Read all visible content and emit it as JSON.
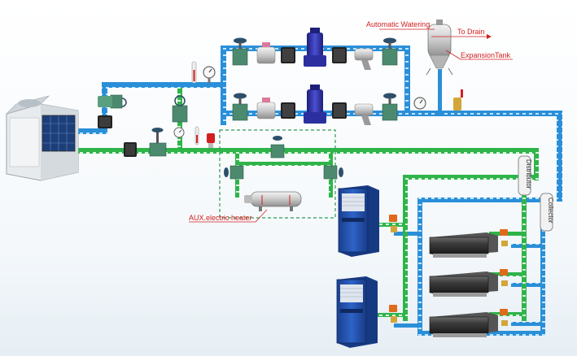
{
  "labels": {
    "automatic_watering": "Automatic Watering",
    "to_drain": "To Drain",
    "expansion_tank": "ExpansionTank",
    "aux_electric_heater": "AUX.electric heater",
    "distributor": "Distributor",
    "collector": "Collector"
  },
  "colors": {
    "supply_pipe": "#2fb44a",
    "return_pipe": "#2a8fd8",
    "annotation": "#d21f1f",
    "unit_blue": "#1f4fa8",
    "pump": "#2b2fa0",
    "valve": "#3d7a63"
  },
  "icons": {
    "heat_pump": "outdoor-heat-pump-unit-icon",
    "pump": "circulation-pump-icon",
    "valve": "gate-valve-icon",
    "gauge": "pressure-gauge-icon",
    "thermometer": "thermometer-icon",
    "filter": "y-strainer-icon",
    "tank": "expansion-tank-icon",
    "heater": "electric-heater-icon",
    "indoor": "air-handling-unit-icon",
    "fancoil": "fan-coil-unit-icon"
  }
}
